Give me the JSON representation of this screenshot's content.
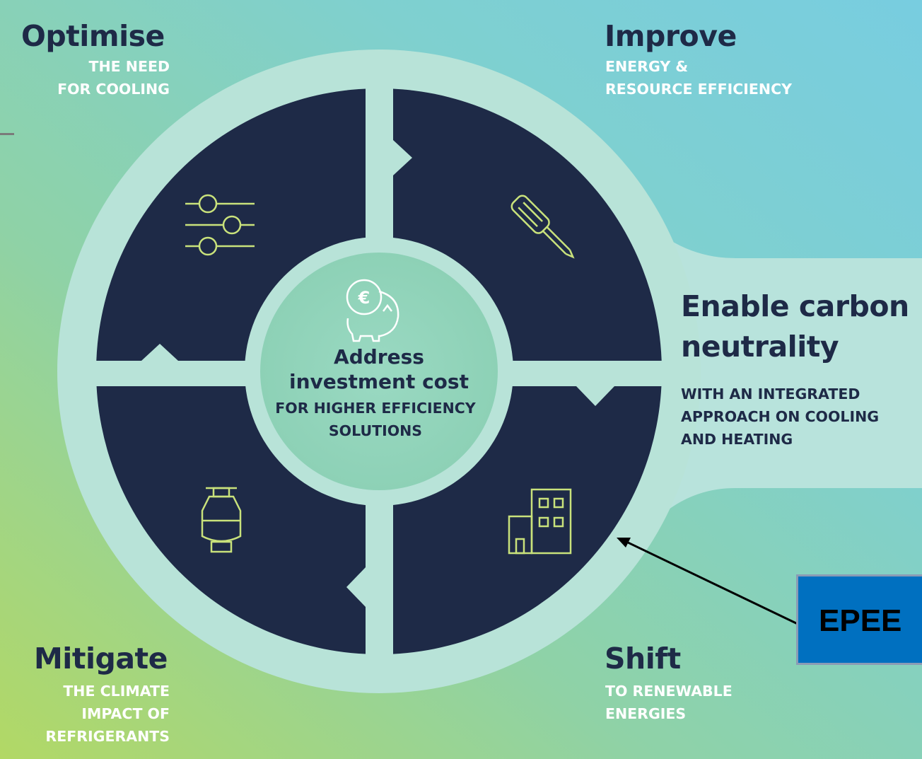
{
  "quadrants": {
    "optimise": {
      "title": "Optimise",
      "line1": "THE NEED",
      "line2": "FOR COOLING"
    },
    "improve": {
      "title": "Improve",
      "line1": "ENERGY &",
      "line2": "RESOURCE EFFICIENCY"
    },
    "mitigate": {
      "title": "Mitigate",
      "line1": "THE CLIMATE",
      "line2": "IMPACT OF",
      "line3": "REFRIGERANTS"
    },
    "shift": {
      "title": "Shift",
      "line1": "TO RENEWABLE",
      "line2": "ENERGIES"
    }
  },
  "center": {
    "title_line1": "Address",
    "title_line2": "investment cost",
    "sub_line1": "FOR HIGHER EFFICIENCY",
    "sub_line2": "SOLUTIONS",
    "icon": "piggy-bank-euro-icon"
  },
  "enable": {
    "title_line1": "Enable carbon",
    "title_line2": "neutrality",
    "sub_line1": "WITH AN INTEGRATED",
    "sub_line2": "APPROACH ON COOLING",
    "sub_line3": "AND HEATING"
  },
  "callout": {
    "label": "EPEE"
  },
  "quadrant_icons": [
    "sliders-icon",
    "screwdriver-icon",
    "gas-cylinder-icon",
    "building-icon"
  ],
  "colors": {
    "navy": "#1e2a47",
    "ring": "#b8e0d8",
    "gradient_green": "#a8d46a",
    "gradient_teal": "#7fd0d8",
    "icon_green": "#c9e27b",
    "epee_blue": "#0070c0"
  }
}
